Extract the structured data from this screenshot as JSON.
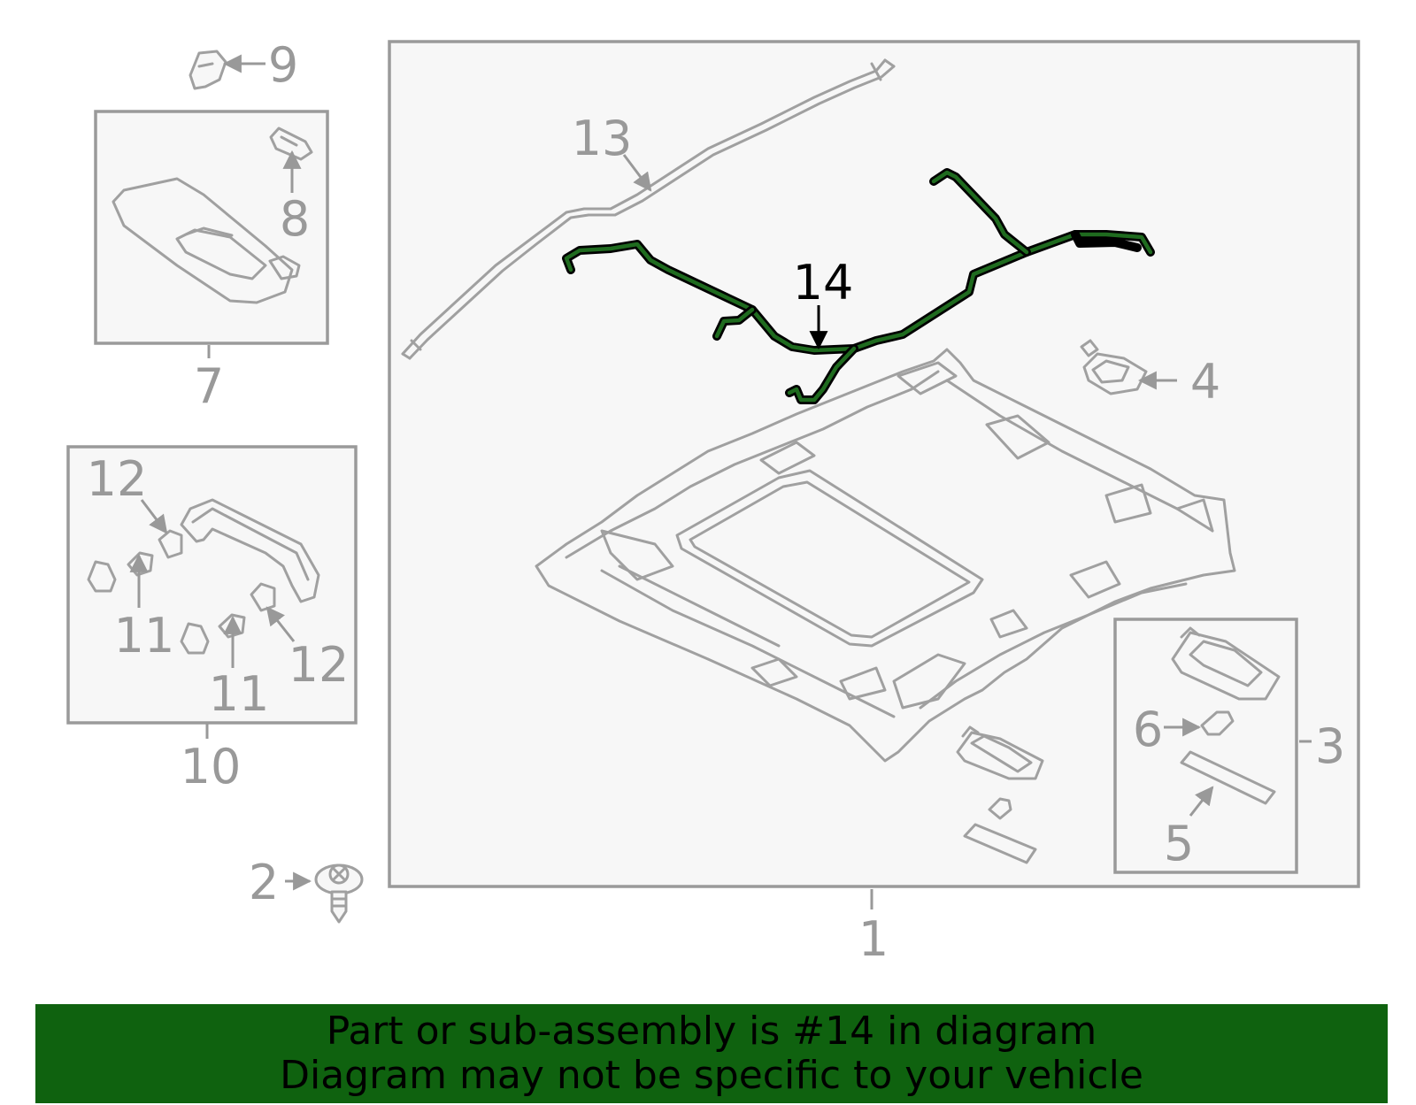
{
  "callouts": {
    "c1": "1",
    "c2": "2",
    "c3": "3",
    "c4": "4",
    "c5": "5",
    "c6": "6",
    "c7": "7",
    "c8": "8",
    "c9": "9",
    "c10": "10",
    "c11a": "11",
    "c11b": "11",
    "c12a": "12",
    "c12b": "12",
    "c13": "13",
    "c14": "14"
  },
  "highlight_callout": "14",
  "colors": {
    "highlight_part": "#1f6b1f",
    "banner": "#0f620f",
    "line_art": "#a0a0a0"
  },
  "banner": {
    "line1": "Part or sub-assembly is #14 in diagram",
    "line2": "Diagram may not be specific to your vehicle"
  }
}
